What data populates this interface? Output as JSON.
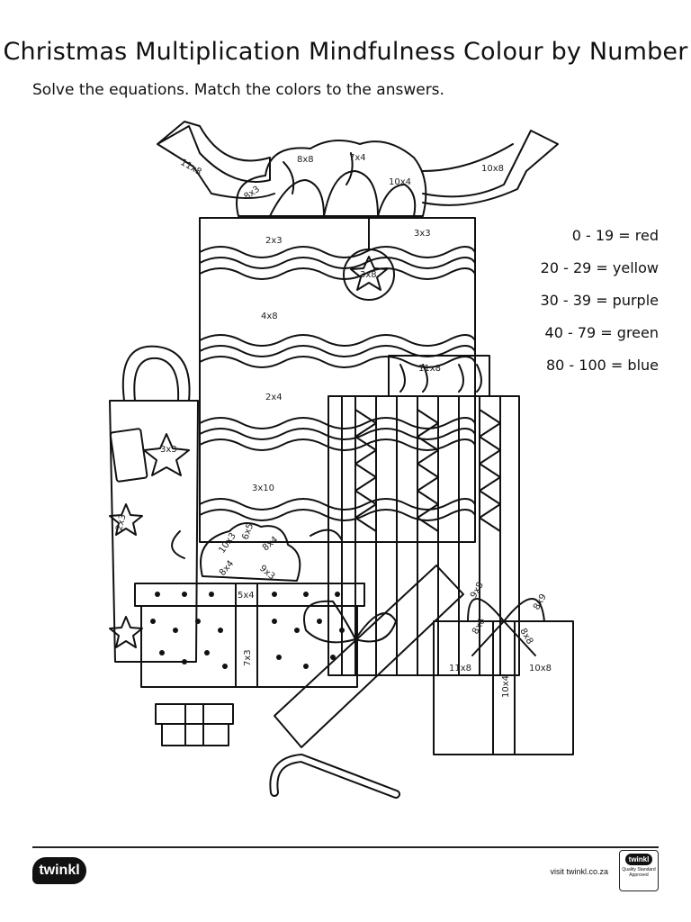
{
  "title": "Christmas Multiplication Mindfulness Colour by Number",
  "subtitle": "Solve the equations. Match the colors to the answers.",
  "key": [
    "0 - 19 = red",
    "20 - 29 = yellow",
    "30 - 39 = purple",
    "40 - 79 = green",
    "80 - 100 = blue"
  ],
  "equations": {
    "ribbon_left": "11x8",
    "ribbon_right": "10x8",
    "bow_a": "8x8",
    "bow_b": "7x4",
    "bow_c": "10x4",
    "bow_d": "8x3",
    "tall_band1": "2x3",
    "tall_band1b": "3x3",
    "tag_star": "3x8",
    "tall_band2": "4x8",
    "tall_band3": "2x4",
    "tall_band4": "3x10",
    "small_top_box": "11x8",
    "bag_star": "3x3",
    "bag_star2": "2x3",
    "center_bow_a": "10x3",
    "center_bow_b": "6x5",
    "center_bow_c": "8x4",
    "center_bow_d": "8x4",
    "center_bow_e": "9x3",
    "dotted_lid": "5x4",
    "dotted_ribbon": "7x3",
    "right_box_left": "11x8",
    "right_box_ribbon": "10x4",
    "right_box_right": "10x8",
    "right_bow_a": "9x8",
    "right_bow_b": "8x9",
    "right_bow_c": "8x6",
    "right_bow_d": "8x8"
  },
  "footer": {
    "logo_text": "twinkl",
    "visit_text": "visit twinkl.co.za",
    "badge_logo": "twinkl",
    "badge_line1": "Quality Standard",
    "badge_line2": "Approved"
  }
}
